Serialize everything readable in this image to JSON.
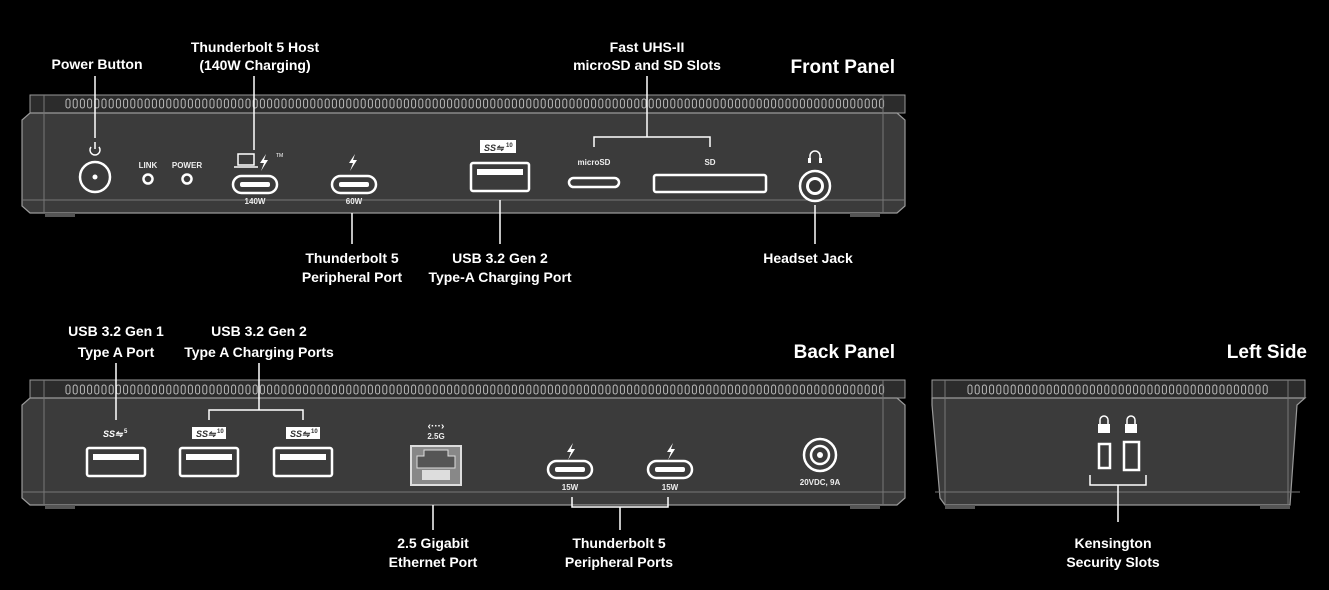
{
  "panels": {
    "front": {
      "title": "Front Panel"
    },
    "back": {
      "title": "Back Panel"
    },
    "left": {
      "title": "Left Side"
    }
  },
  "front_labels": {
    "power_button": [
      "Power Button"
    ],
    "tb5_host": [
      "Thunderbolt 5 Host",
      "(140W Charging)"
    ],
    "card_slots": [
      "Fast UHS-II",
      "microSD and SD Slots"
    ],
    "tb5_peripheral": [
      "Thunderbolt 5",
      "Peripheral Port"
    ],
    "usb_a_charging": [
      "USB 3.2 Gen 2",
      "Type-A Charging Port"
    ],
    "headset": [
      "Headset Jack"
    ]
  },
  "front_markings": {
    "link": "LINK",
    "power": "POWER",
    "host_watts": "140W",
    "periph_watts": "60W",
    "microsd": "microSD",
    "sd": "SD",
    "tm": "TM",
    "ss_speed": "10"
  },
  "back_labels": {
    "usb_gen1": [
      "USB 3.2 Gen 1",
      "Type A Port"
    ],
    "usb_gen2": [
      "USB 3.2 Gen 2",
      "Type A Charging Ports"
    ],
    "ethernet": [
      "2.5 Gigabit",
      "Ethernet Port"
    ],
    "tb5_ports": [
      "Thunderbolt 5",
      "Peripheral Ports"
    ]
  },
  "back_markings": {
    "gen1_speed": "5",
    "gen2_speed": "10",
    "eth_speed": "2.5G",
    "tb_watts": "15W",
    "dc": "20VDC, 9A"
  },
  "left_labels": {
    "kensington": [
      "Kensington",
      "Security Slots"
    ]
  },
  "icons": [
    "power-icon",
    "laptop-icon",
    "thunderbolt-icon",
    "superspeed-usb-icon",
    "headphone-icon",
    "ethernet-icon",
    "kensington-lock-icon"
  ]
}
